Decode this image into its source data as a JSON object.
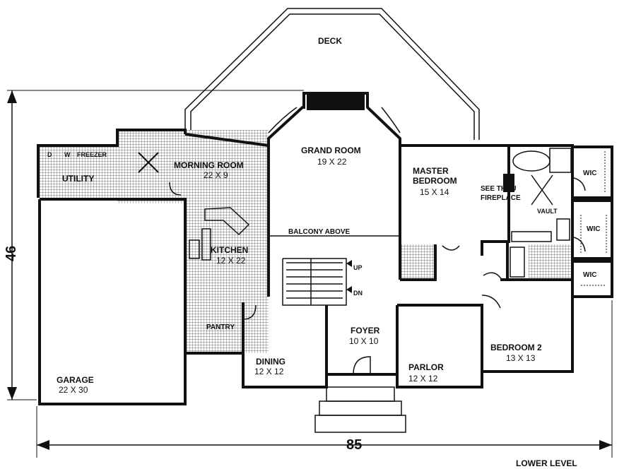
{
  "plan": {
    "level_label": "LOWER LEVEL",
    "width_dim": "85",
    "depth_dim": "46",
    "rooms": {
      "deck": {
        "name": "DECK"
      },
      "grand_room": {
        "name": "GRAND ROOM",
        "size": "19 X 22"
      },
      "master_bedroom": {
        "name1": "MASTER",
        "name2": "BEDROOM",
        "size": "15 X 14"
      },
      "morning_room": {
        "name": "MORNING ROOM",
        "size": "22 X 9"
      },
      "utility": {
        "name": "UTILITY"
      },
      "kitchen": {
        "name": "KITCHEN",
        "size": "12 X 22"
      },
      "pantry": {
        "name": "PANTRY"
      },
      "garage": {
        "name": "GARAGE",
        "size": "22 X 30"
      },
      "dining": {
        "name": "DINING",
        "size": "12 X 12"
      },
      "foyer": {
        "name": "FOYER",
        "size": "10 X 10"
      },
      "parlor": {
        "name": "PARLOR",
        "size": "12 X 12"
      },
      "bedroom2": {
        "name": "BEDROOM 2",
        "size": "13 X 13"
      }
    },
    "labels": {
      "d": "D",
      "w": "W",
      "freezer": "FREEZER",
      "balcony": "BALCONY ABOVE",
      "see_thru": "SEE THRU",
      "fireplace": "FIREPLACE",
      "vault": "VAULT",
      "wic1": "WIC",
      "wic2": "WIC",
      "wic3": "WIC",
      "up": "UP",
      "dn": "DN"
    }
  }
}
